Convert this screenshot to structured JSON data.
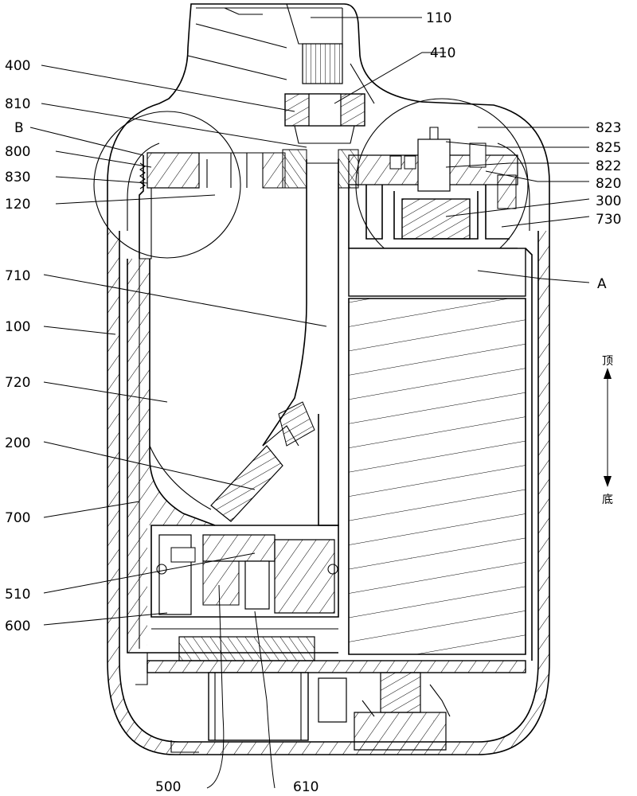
{
  "labels": {
    "l110": "110",
    "l410": "410",
    "l400": "400",
    "l810": "810",
    "lB": "B",
    "l800": "800",
    "l830": "830",
    "l120": "120",
    "l823": "823",
    "l825": "825",
    "l822": "822",
    "l820": "820",
    "l300": "300",
    "l730": "730",
    "lA": "A",
    "l710": "710",
    "l100": "100",
    "l720": "720",
    "l200": "200",
    "l700": "700",
    "l510": "510",
    "l600": "600",
    "l500": "500",
    "l610": "610"
  },
  "direction": {
    "top": "顶",
    "bottom": "底"
  }
}
